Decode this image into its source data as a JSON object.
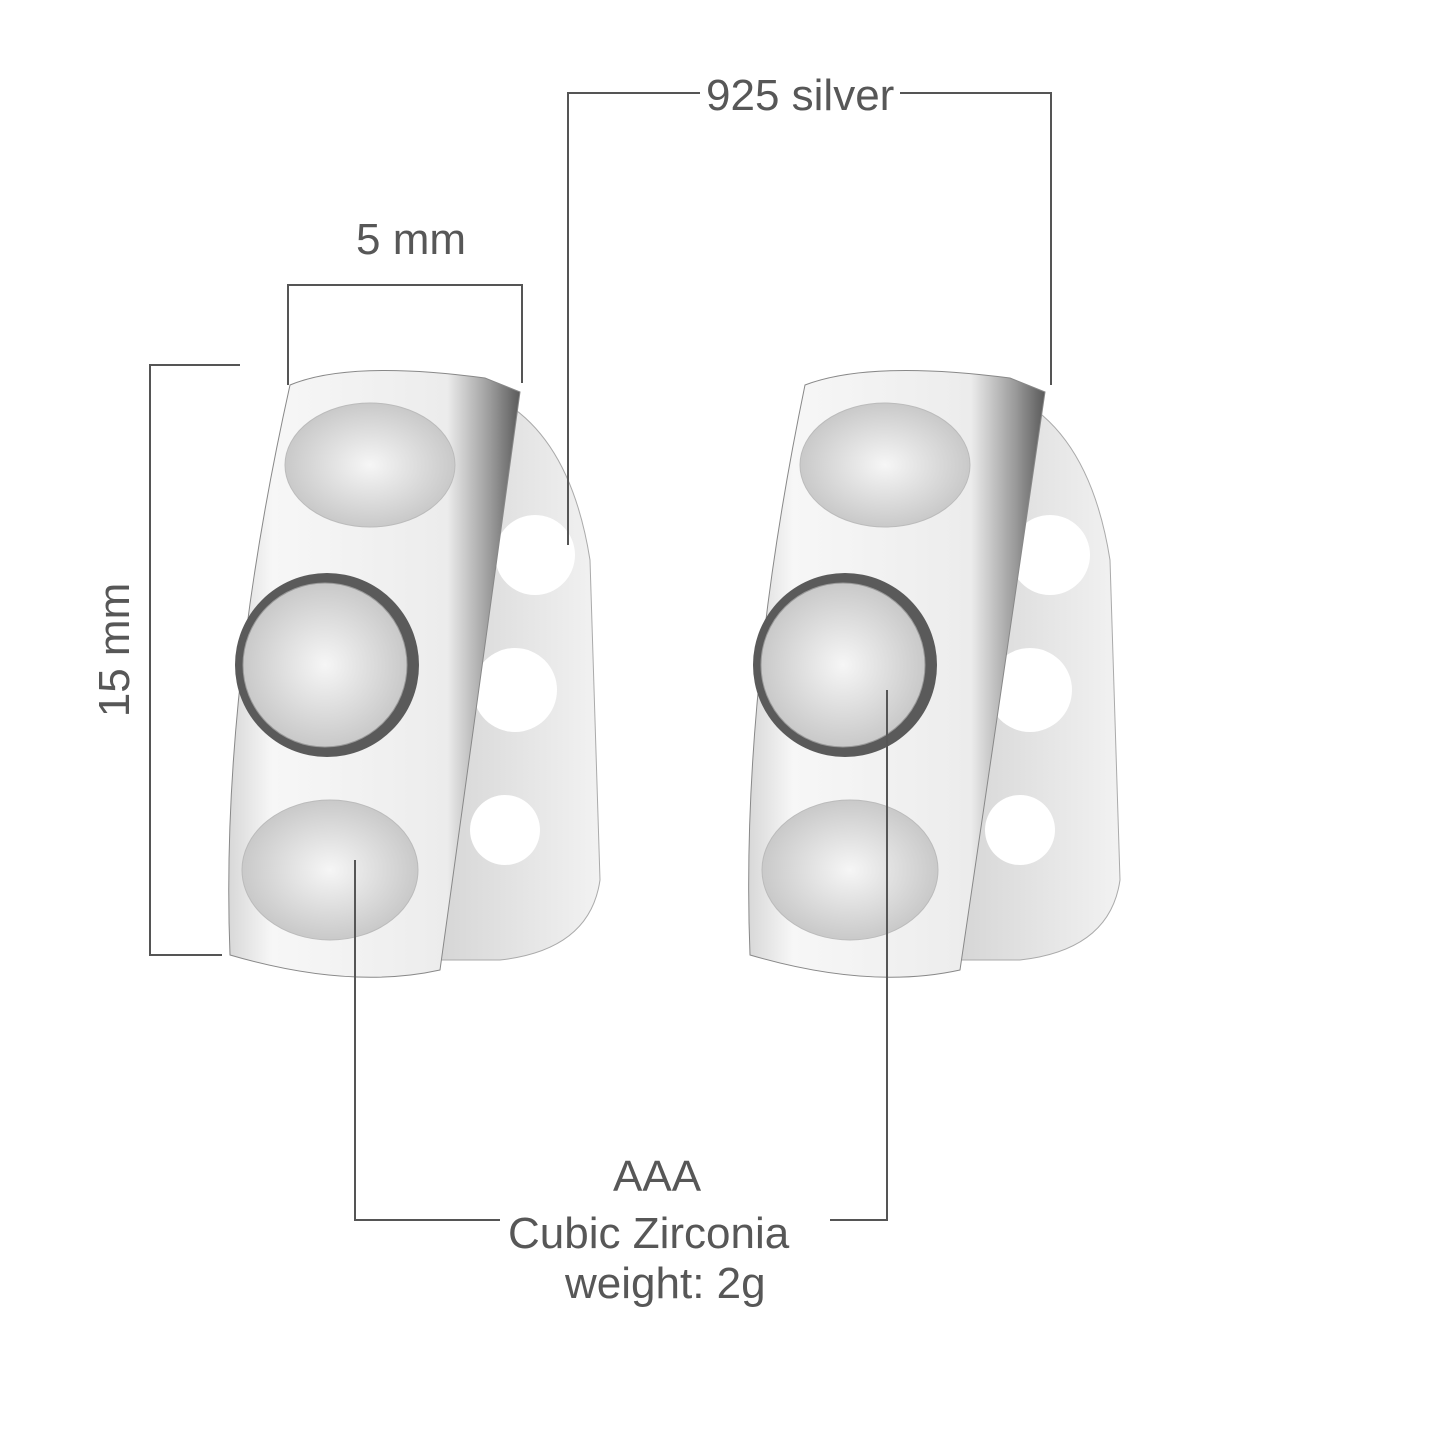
{
  "annotations": {
    "material": "925 silver",
    "width": "5 mm",
    "height": "15 mm",
    "stone_grade": "AAA",
    "stone_type": "Cubic Zirconia",
    "weight": "weight: 2g"
  },
  "colors": {
    "line": "#555555",
    "silver_light": "#f4f4f4",
    "silver_dark": "#7a7a7a"
  }
}
